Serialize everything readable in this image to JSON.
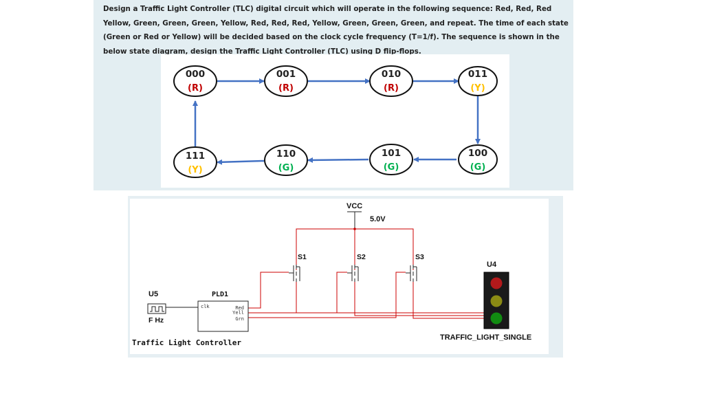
{
  "problem": {
    "text": "Design a Traffic Light Controller (TLC) digital circuit which will operate in the following sequence: Red, Red, Red Yellow, Green, Green, Green, Yellow, Red, Red, Red, Yellow, Green, Green, Green, and repeat. The time of each state (Green or Red or Yellow) will be decided based on the clock cycle frequency (T=1/f). The sequence is shown in the below state diagram, design the Traffic Light Controller (TLC) using D flip-flops."
  },
  "colors": {
    "arrow": "#4472c4",
    "red_state": "#c00000",
    "yellow_state": "#ffc000",
    "green_state": "#00b050",
    "wire": "#cc0000"
  },
  "states": [
    {
      "id": "s000",
      "code": "000",
      "light": "(R)"
    },
    {
      "id": "s001",
      "code": "001",
      "light": "(R)"
    },
    {
      "id": "s010",
      "code": "010",
      "light": "(R)"
    },
    {
      "id": "s011",
      "code": "011",
      "light": "(Y)"
    },
    {
      "id": "s100",
      "code": "100",
      "light": "(G)"
    },
    {
      "id": "s101",
      "code": "101",
      "light": "(G)"
    },
    {
      "id": "s110",
      "code": "110",
      "light": "(G)"
    },
    {
      "id": "s111",
      "code": "111",
      "light": "(Y)"
    }
  ],
  "circuit": {
    "vcc_label": "VCC",
    "vcc_value": "5.0V",
    "s1": "S1",
    "s2": "S2",
    "s3": "S3",
    "u4": "U4",
    "u4_part": "TRAFFIC_LIGHT_SINGLE",
    "u5": "U5",
    "u5_value": "F Hz",
    "pld": "PLD1",
    "pld_clk": "clk",
    "pld_red": "Red",
    "pld_yell": "Yell",
    "pld_grn": "Grn",
    "pld_caption": "Traffic Light Controller",
    "lamp_colors": {
      "red": "#b3191b",
      "yellow": "#8b8b14",
      "green": "#118c11"
    }
  }
}
